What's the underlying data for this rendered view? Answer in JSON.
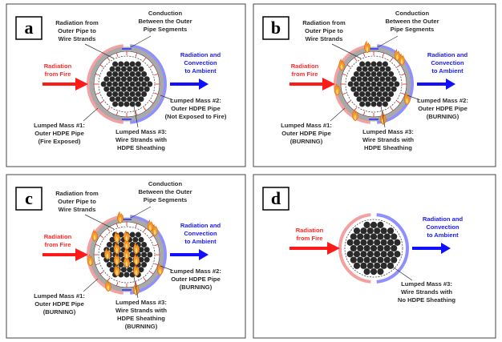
{
  "panels": [
    {
      "letter": "a",
      "radiation_wire": [
        "Radiation from",
        "Outer Pipe to",
        "Wire Strands"
      ],
      "conduction": [
        "Conduction",
        "Between the Outer",
        "Pipe Segments"
      ],
      "fire": [
        "Radiation",
        "from Fire"
      ],
      "ambient": [
        "Radiation and",
        "Convection",
        "to Ambient"
      ],
      "mass2": [
        "Lumped Mass #2:",
        "Outer HDPE Pipe",
        "(Not Exposed to Fire)"
      ],
      "mass1": [
        "Lumped Mass #1:",
        "Outer HDPE Pipe",
        "(Fire Exposed)"
      ],
      "mass3": [
        "Lumped Mass #3:",
        "Wire Strands with",
        "HDPE Sheathing"
      ]
    },
    {
      "letter": "b",
      "radiation_wire": [
        "Radiation from",
        "Outer Pipe to",
        "Wire Strands"
      ],
      "conduction": [
        "Conduction",
        "Between the Outer",
        "Pipe Segments"
      ],
      "fire": [
        "Radiation",
        "from Fire"
      ],
      "ambient": [
        "Radiation and",
        "Convection",
        "to Ambient"
      ],
      "mass2": [
        "Lumped Mass #2:",
        "Outer HDPE Pipe",
        "(BURNING)"
      ],
      "mass1": [
        "Lumped Mass #1:",
        "Outer HDPE Pipe",
        "(BURNING)"
      ],
      "mass3": [
        "Lumped Mass #3:",
        "Wire Strands with",
        "HDPE Sheathing"
      ]
    },
    {
      "letter": "c",
      "radiation_wire": [
        "Radiation from",
        "Outer Pipe to",
        "Wire Strands"
      ],
      "conduction": [
        "Conduction",
        "Between the Outer",
        "Pipe Segments"
      ],
      "fire": [
        "Radiation",
        "from Fire"
      ],
      "ambient": [
        "Radiation and",
        "Convection",
        "to Ambient"
      ],
      "mass2": [
        "Lumped Mass #2:",
        "Outer HDPE Pipe",
        "(BURNING)"
      ],
      "mass1": [
        "Lumped Mass #1:",
        "Outer HDPE Pipe",
        "(BURNING)"
      ],
      "mass3": [
        "Lumped Mass #3:",
        "Wire Strands with",
        "HDPE Sheathing",
        "(BURNING)"
      ]
    },
    {
      "letter": "d",
      "fire": [
        "Radiation",
        "from Fire"
      ],
      "ambient": [
        "Radiation and",
        "Convection",
        "to Ambient"
      ],
      "mass3": [
        "Lumped Mass #3:",
        "Wire Strands with",
        "No HDPE Sheathing"
      ]
    }
  ],
  "colors": {
    "fire_arrow": "#ff1a1a",
    "ambient_arrow": "#1010ff",
    "fire_arc": "#f4a0a0",
    "ambient_arc": "#8f8fff",
    "pipe_ring": "#a9a9a9",
    "strand": "#2a2a2a",
    "flame": "#f39a2b"
  }
}
